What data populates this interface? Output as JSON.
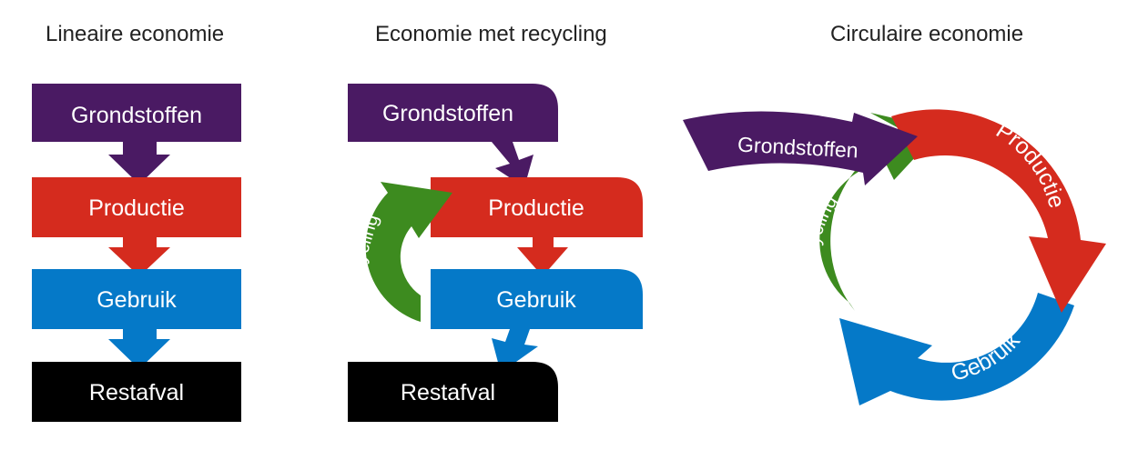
{
  "titles": {
    "linear": "Lineaire economie",
    "recycling": "Economie met recycling",
    "circular": "Circulaire economie"
  },
  "labels": {
    "grondstoffen": "Grondstoffen",
    "productie": "Productie",
    "gebruik": "Gebruik",
    "restafval": "Restafval",
    "recycling": "Recycling"
  },
  "colors": {
    "grondstoffen": "#4a1a63",
    "productie": "#d52b1e",
    "gebruik": "#0579c8",
    "restafval": "#000000",
    "recycling": "#3d8b1f"
  }
}
